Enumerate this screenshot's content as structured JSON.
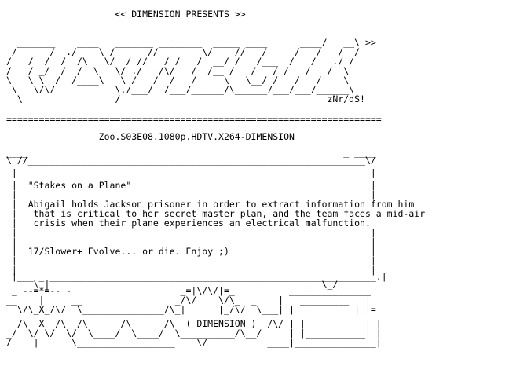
{
  "nfo": {
    "lines": [
      "                    << DIMENSION PRESENTS >>",
      "",
      "                                                          _______",
      "  _______    ____   _______ ________  _____ ____      ____/   __\\ >>",
      " /   ___/  ./    \\ /  __  //   __   \\/  __//   /     /   /   /  /",
      "/   /  /  /  /\\   \\/  / //   / /   /  __/ /   /___  /   /   ./ /",
      "/   / _/  /  /  \\   \\/ ./   /\\/   /  /__ /   /   / /   /   /  \\",
      "\\   \\ \\  /  /____\\   \\ /   /  /   /     \\   \\__/ /   /   /    \\",
      " \\   \\/\\/           \\./___/  /___/______/\\______/___/___/______\\",
      "  \\_________________/                                      zNr/dS!",
      "=====================================================================",
      "",
      "                 Zoo.S03E08.1080p.HDTV.X264-DIMENSION",
      "",
      "____                                                          _ ____",
      "\\ //______________________________________________________________\\/",
      " |                                                                 |",
      " |  \"Stakes on a Plane\"                                            |",
      " |                                                                 |",
      " |  Abigail holds Jackson prisoner in order to extract information from him",
      " |   that is critical to her secret master plan, and the team faces a mid-air",
      " |   crisis when their plane experiences an electrical malfunction.",
      " |                                                                 |",
      " |                                                                 |",
      " |  17/Slower+ Evolve... or die. Enjoy ;)                          |",
      " |                                                                 |",
      " |                                                                 |",
      " |___ _ ____________________________________________________________.|",
      "     \\ |                                                  \\_/",
      " _ --=*=-- -                    _=|\\/\\/|=_          _______________",
      "__    |     __                 _/\\/    \\/\\_  _    |   _________   |",
      "  \\/\\_X_/\\/  \\_______________/\\_|      |_/\\/  \\___| |           | |=",
      "  /\\  X  /\\  /\\      /\\      /\\  ( DIMENSION )  /\\/ | |           | |",
      "_/  \\/ \\/  \\/  \\____/  \\____/  \\__________/\\__/     | |___________| |",
      "/    |      \\__________________    \\/           ____|_______________|"
    ],
    "line_tops": [
      12,
      24,
      36,
      48,
      60,
      72,
      84,
      96,
      108,
      120,
      146,
      158,
      168,
      180,
      188,
      198,
      214,
      230,
      242,
      254,
      266,
      278,
      290,
      302,
      314,
      326,
      338,
      346,
      356,
      364,
      376,
      388,
      406,
      418,
      430
    ]
  }
}
